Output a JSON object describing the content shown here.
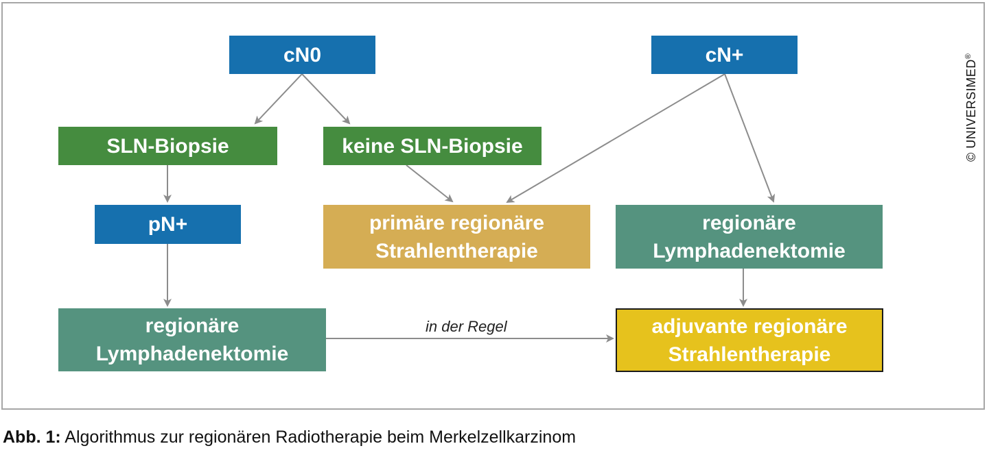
{
  "boxes": {
    "cn0": "cN0",
    "cnplus": "cN+",
    "sln_biopsie": "SLN-Biopsie",
    "keine_sln_biopsie": "keine SLN-Biopsie",
    "pnplus": "pN+",
    "primaere_strahlentherapie": "primäre regionäre\nStrahlentherapie",
    "lymphadenektomie_right": "regionäre\nLymphadenektomie",
    "lymphadenektomie_left": "regionäre\nLymphadenektomie",
    "adjuvante_strahlentherapie": "adjuvante regionäre\nStrahlentherapie"
  },
  "edge_label": "in der Regel",
  "copyright": "© UNIVERSIMED",
  "copyright_mark": "®",
  "caption": {
    "label": "Abb. 1:",
    "text": " Algorithmus zur regionären Radiotherapie beim Merkelzellkarzinom"
  },
  "colors": {
    "blue": "#1670ae",
    "green": "#458c3f",
    "sand": "#d5ad54",
    "teal": "#55937f",
    "yellow": "#e6c21d",
    "arrow": "#8c8c8c"
  }
}
